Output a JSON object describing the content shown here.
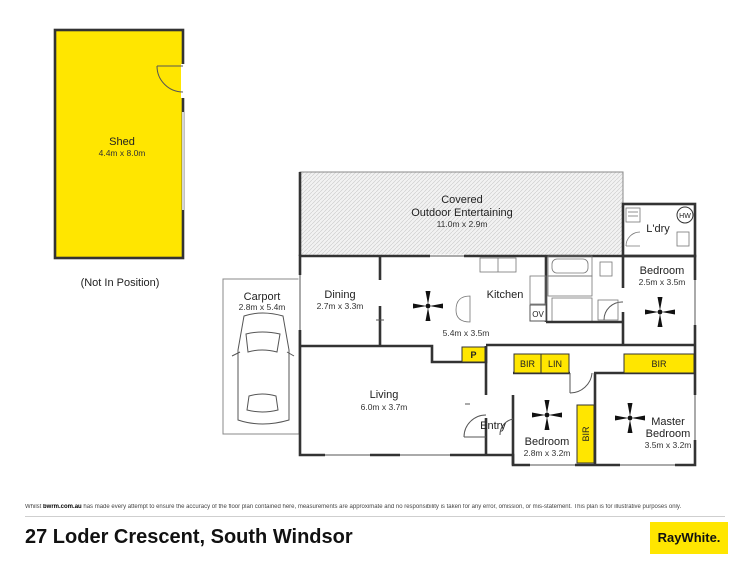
{
  "rooms": {
    "shed": {
      "name": "Shed",
      "dims": "4.4m x 8.0m"
    },
    "not_in_position": "(Not In Position)",
    "carport": {
      "name": "Carport",
      "dims": "2.8m x 5.4m"
    },
    "outdoor": {
      "name_line1": "Covered",
      "name_line2": "Outdoor Entertaining",
      "dims": "11.0m x 2.9m"
    },
    "dining": {
      "name": "Dining",
      "dims": "2.7m x 3.3m"
    },
    "kitchen": {
      "name": "Kitchen",
      "dims": "5.4m x 3.5m"
    },
    "laundry": {
      "name": "L'dry"
    },
    "bedroom_ne": {
      "name": "Bedroom",
      "dims": "2.5m x 3.5m"
    },
    "living": {
      "name": "Living",
      "dims": "6.0m x 3.7m"
    },
    "entry": {
      "name": "Entry"
    },
    "bedroom_s": {
      "name": "Bedroom",
      "dims": "2.8m x 3.2m"
    },
    "master": {
      "name_line1": "Master",
      "name_line2": "Bedroom",
      "dims": "3.5m x 3.2m"
    }
  },
  "tags": {
    "bir": "BIR",
    "lin": "LIN",
    "pantry": "P",
    "oven": "OV",
    "hot_water": "HW"
  },
  "footer": {
    "disclaimer_pre": "Whilst",
    "disclaimer_brand": "bwrm.com.au",
    "disclaimer_post": "has made every attempt to ensure the accuracy of the floor plan contained here, measurements are approximate and no responsibility is taken for any error, omission, or mis-statement. This plan is for illustrative purposes only.",
    "address": "27 Loder Crescent, South Windsor",
    "logo": "RayWhite."
  },
  "colors": {
    "highlight": "#ffe600",
    "wall": "#333333"
  }
}
